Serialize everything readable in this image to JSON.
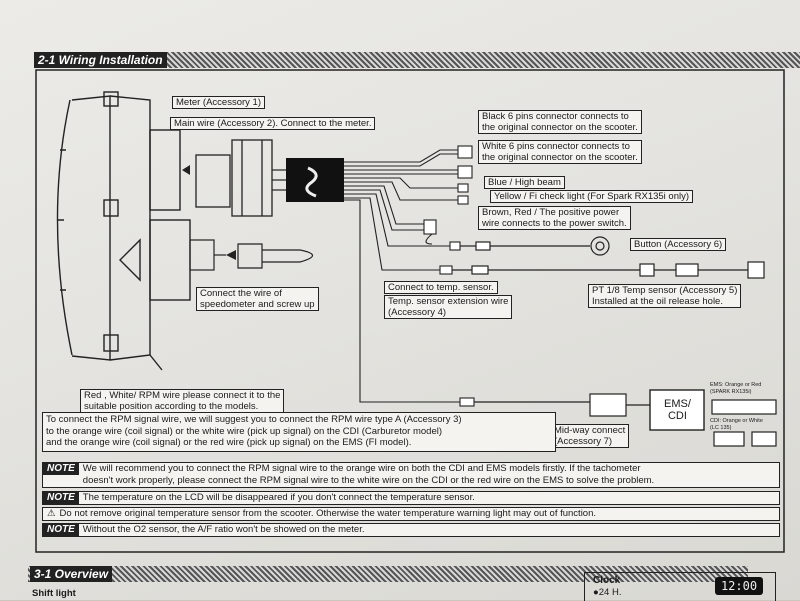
{
  "section_header": "2-1 Wiring Installation",
  "overview_header": "3-1 Overview",
  "labels": {
    "meter": "Meter (Accessory 1)",
    "main_wire": "Main wire (Accessory 2). Connect to the meter.",
    "black_line1": "Black 6 pins connector connects to",
    "black_line2": "the original connector on the scooter.",
    "white_line1": "White 6 pins connector connects to",
    "white_line2": "the original connector on the scooter.",
    "blue": "Blue / High beam",
    "yellow": "Yellow / Fi check light (For Spark RX135i only)",
    "brown_line1": "Brown, Red / The positive power",
    "brown_line2": "wire connects to the power switch.",
    "button": "Button (Accessory 6)",
    "speedo_line1": "Connect the wire of",
    "speedo_line2": "speedometer and screw up",
    "temp_sensor": "Connect to temp. sensor.",
    "ext_line1": "Temp. sensor extension wire",
    "ext_line2": "(Accessory 4)",
    "pt_line1": "PT 1/8 Temp sensor (Accessory 5)",
    "pt_line2": "Installed at the oil release hole.",
    "rpm_line1": "Red , White/ RPM wire please connect it to the",
    "rpm_line2": "suitable position according to the models.",
    "midway_line1": "Mid-way connect",
    "midway_line2": "(Accessory 7)",
    "ems_line1": "EMS/",
    "ems_line2": "CDI",
    "ems_orange_line1": "EMS: Orange or Red",
    "ems_orange_line2": "(SPARK RX135i)",
    "cdi_line1": "CDI: Orange or White",
    "cdi_line2": "(LC 135)"
  },
  "paragraph": [
    "To connect the RPM signal wire, we will suggest you to connect the RPM wire type A (Accessory 3)",
    "to the orange wire (coil signal) or the white wire (pick up signal) on the CDI (Carburetor model)",
    "and the orange wire (coil signal) or the red wire (pick up signal) on the EMS (FI model)."
  ],
  "notes": {
    "badge": "NOTE",
    "note1_line1": "We will recommend you to connect the RPM signal wire to the orange wire on both the CDI and EMS models firstly. If the tachometer",
    "note1_line2": "doesn't work properly, please connect the RPM signal wire to the white wire on the CDI or the red wire on the EMS to solve the problem.",
    "note2": "The temperature on the LCD will be disappeared if you don't connect the temperature sensor.",
    "warning": "Do not remove original temperature sensor from the scooter. Otherwise the water temperature warning light may out of function.",
    "note3": "Without the O2 sensor, the A/F ratio won't be showed on the meter."
  },
  "overview": {
    "shift_light": "Shift light",
    "clock": "Clock",
    "hours": "24 H.",
    "clock_value": "12:00"
  }
}
